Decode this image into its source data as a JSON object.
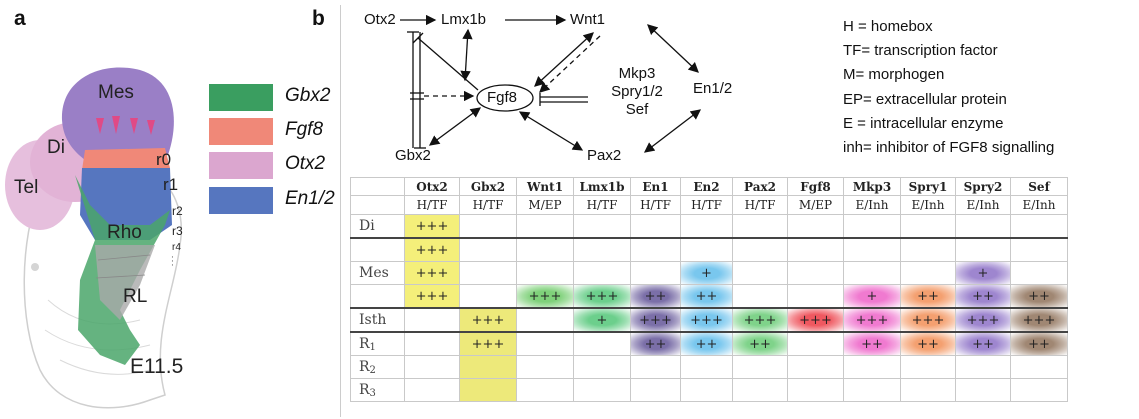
{
  "panel_a": {
    "letter": "a",
    "regions": {
      "mes": "Mes",
      "di": "Di",
      "tel": "Tel",
      "rho": "Rho",
      "rl": "RL"
    },
    "rhombomeres": [
      "r0",
      "r1",
      "r2",
      "r3",
      "r4"
    ],
    "stage": "E11.5",
    "legend": [
      {
        "label": "Gbx2",
        "color": "#3a9e60"
      },
      {
        "label": "Fgf8",
        "color": "#f08878"
      },
      {
        "label": "Otx2",
        "color": "#dba6cf"
      },
      {
        "label": "En1/2",
        "color": "#5676bf"
      }
    ]
  },
  "panel_b": {
    "letter": "b",
    "network": {
      "otx2": "Otx2",
      "lmx1b": "Lmx1b",
      "wnt1": "Wnt1",
      "fgf8": "Fgf8",
      "gbx2": "Gbx2",
      "mkp3": "Mkp3",
      "spry": "Spry1/2",
      "sef": "Sef",
      "en12": "En1/2",
      "pax2": "Pax2"
    },
    "key": [
      "H = homebox",
      "TF= transcription factor",
      "M= morphogen",
      "EP= extracellular protein",
      "E = intracellular enzyme",
      "inh=  inhibitor of FGF8 signalling"
    ],
    "table": {
      "genes": [
        "Otx2",
        "Gbx2",
        "Wnt1",
        "Lmx1b",
        "En1",
        "En2",
        "Pax2",
        "Fgf8",
        "Mkp3",
        "Spry1",
        "Spry2",
        "Sef"
      ],
      "categories": [
        "H/TF",
        "H/TF",
        "M/EP",
        "H/TF",
        "H/TF",
        "H/TF",
        "H/TF",
        "M/EP",
        "E/Inh",
        "E/Inh",
        "E/Inh",
        "E/Inh"
      ],
      "rows": [
        {
          "label": "Di",
          "cells": [
            "+++",
            "",
            "",
            "",
            "",
            "",
            "",
            "",
            "",
            "",
            "",
            ""
          ]
        },
        {
          "label": "",
          "cells": [
            "+++",
            "",
            "",
            "",
            "",
            "",
            "",
            "",
            "",
            "",
            "",
            ""
          ]
        },
        {
          "label": "Mes",
          "cells": [
            "+++",
            "",
            "",
            "",
            "",
            "+",
            "",
            "",
            "",
            "",
            "+",
            ""
          ]
        },
        {
          "label": "",
          "cells": [
            "+++",
            "",
            "+++",
            "+++",
            "++",
            "++",
            "",
            "",
            "+",
            "++",
            "++",
            "++"
          ]
        },
        {
          "label": "Isth",
          "cells": [
            "",
            "+++",
            "",
            "+",
            "+++",
            "+++",
            "+++",
            "+++",
            "+++",
            "+++",
            "+++",
            "+++"
          ]
        },
        {
          "label": "R1",
          "cells": [
            "",
            "+++",
            "",
            "",
            "++",
            "++",
            "++",
            "",
            "++",
            "++",
            "++",
            "++"
          ]
        },
        {
          "label": "R2",
          "cells": [
            "",
            "",
            "",
            "",
            "",
            "",
            "",
            "",
            "",
            "",
            "",
            ""
          ]
        },
        {
          "label": "R3",
          "cells": [
            "",
            "",
            "",
            "",
            "",
            "",
            "",
            "",
            "",
            "",
            "",
            ""
          ]
        }
      ]
    }
  }
}
